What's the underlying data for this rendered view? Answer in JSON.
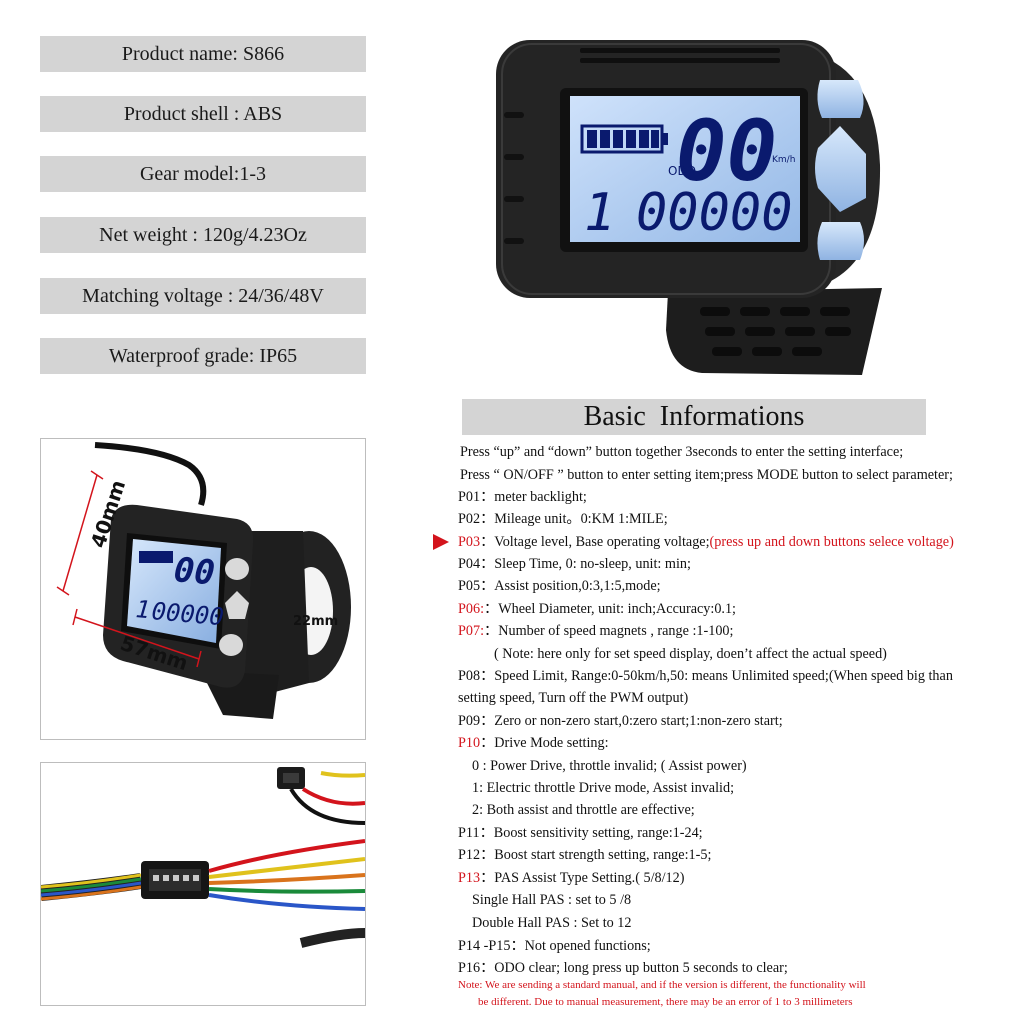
{
  "specs": [
    "Product name: S866",
    "Product shell : ABS",
    "Gear model:1-3",
    "Net weight : 120g/4.23Oz",
    "Matching voltage : 24/36/48V",
    "Waterproof grade: IP65"
  ],
  "display": {
    "speed": "00",
    "unit": "Km/h",
    "odo_label": "ODO",
    "gear": "1",
    "odo_value": "00000"
  },
  "dimensions": {
    "height": "40mm",
    "width": "57mm",
    "bar": "22mm"
  },
  "section_title": "Basic  Informations",
  "lines": [
    {
      "text": "Press “up” and “down” button together 3seconds to enter the setting interface;"
    },
    {
      "text": "Press “ ON/OFF ” button to enter setting item;press MODE button to select parameter;"
    },
    {
      "code": "P01",
      "text": "meter backlight;"
    },
    {
      "code": "P02",
      "text": "Mileage unit。0:KM   1:MILE;"
    },
    {
      "code": "P03",
      "text": "Voltage level, Base operating voltage;",
      "extra": "(press up and down buttons selece voltage)"
    },
    {
      "code": "P04",
      "text": "Sleep Time, 0: no-sleep, unit: min;"
    },
    {
      "code": "P05",
      "text": "Assist position,0:3,1:5,mode;"
    },
    {
      "code": "P06:",
      "text": "Wheel Diameter, unit: inch;Accuracy:0.1;"
    },
    {
      "code": "P07:",
      "text": "Number of speed magnets , range :1-100;"
    },
    {
      "text": "( Note: here only for set speed display, doen’t affect the actual speed)"
    },
    {
      "code": "P08",
      "text": "Speed Limit, Range:0-50km/h,50: means Unlimited speed;(When speed big than"
    },
    {
      "text": "setting speed, Turn off the PWM output)"
    },
    {
      "code": "P09",
      "text": "Zero or non-zero start,0:zero start;1:non-zero start;"
    },
    {
      "code": "P10",
      "text": "Drive Mode setting:"
    },
    {
      "text": "0 : Power Drive, throttle invalid; ( Assist power)"
    },
    {
      "text": "1: Electric throttle Drive mode, Assist invalid;"
    },
    {
      "text": "2: Both assist and throttle are effective;"
    },
    {
      "code": "P11",
      "text": "Boost sensitivity setting, range:1-24;"
    },
    {
      "code": "P12",
      "text": "Boost start strength setting, range:1-5;"
    },
    {
      "code": "P13",
      "text": "PAS Assist Type Setting.( 5/8/12)"
    },
    {
      "text": "Single Hall PAS : set to 5 /8"
    },
    {
      "text": "Double Hall PAS : Set to 12"
    },
    {
      "code": "P14 -P15",
      "text": "Not opened functions;"
    },
    {
      "code": "P16",
      "text": "ODO clear; long press up button 5 seconds to clear;"
    }
  ],
  "note": [
    "Note: We are sending a standard manual, and if the version is different, the functionality will",
    "be different. Due to manual measurement, there may be an error of 1 to 3 millimeters"
  ],
  "colors": {
    "highlight_red": "#d3141c",
    "label_bar": "#d4d4d4",
    "lcd_blue": "#a9c8ee"
  }
}
